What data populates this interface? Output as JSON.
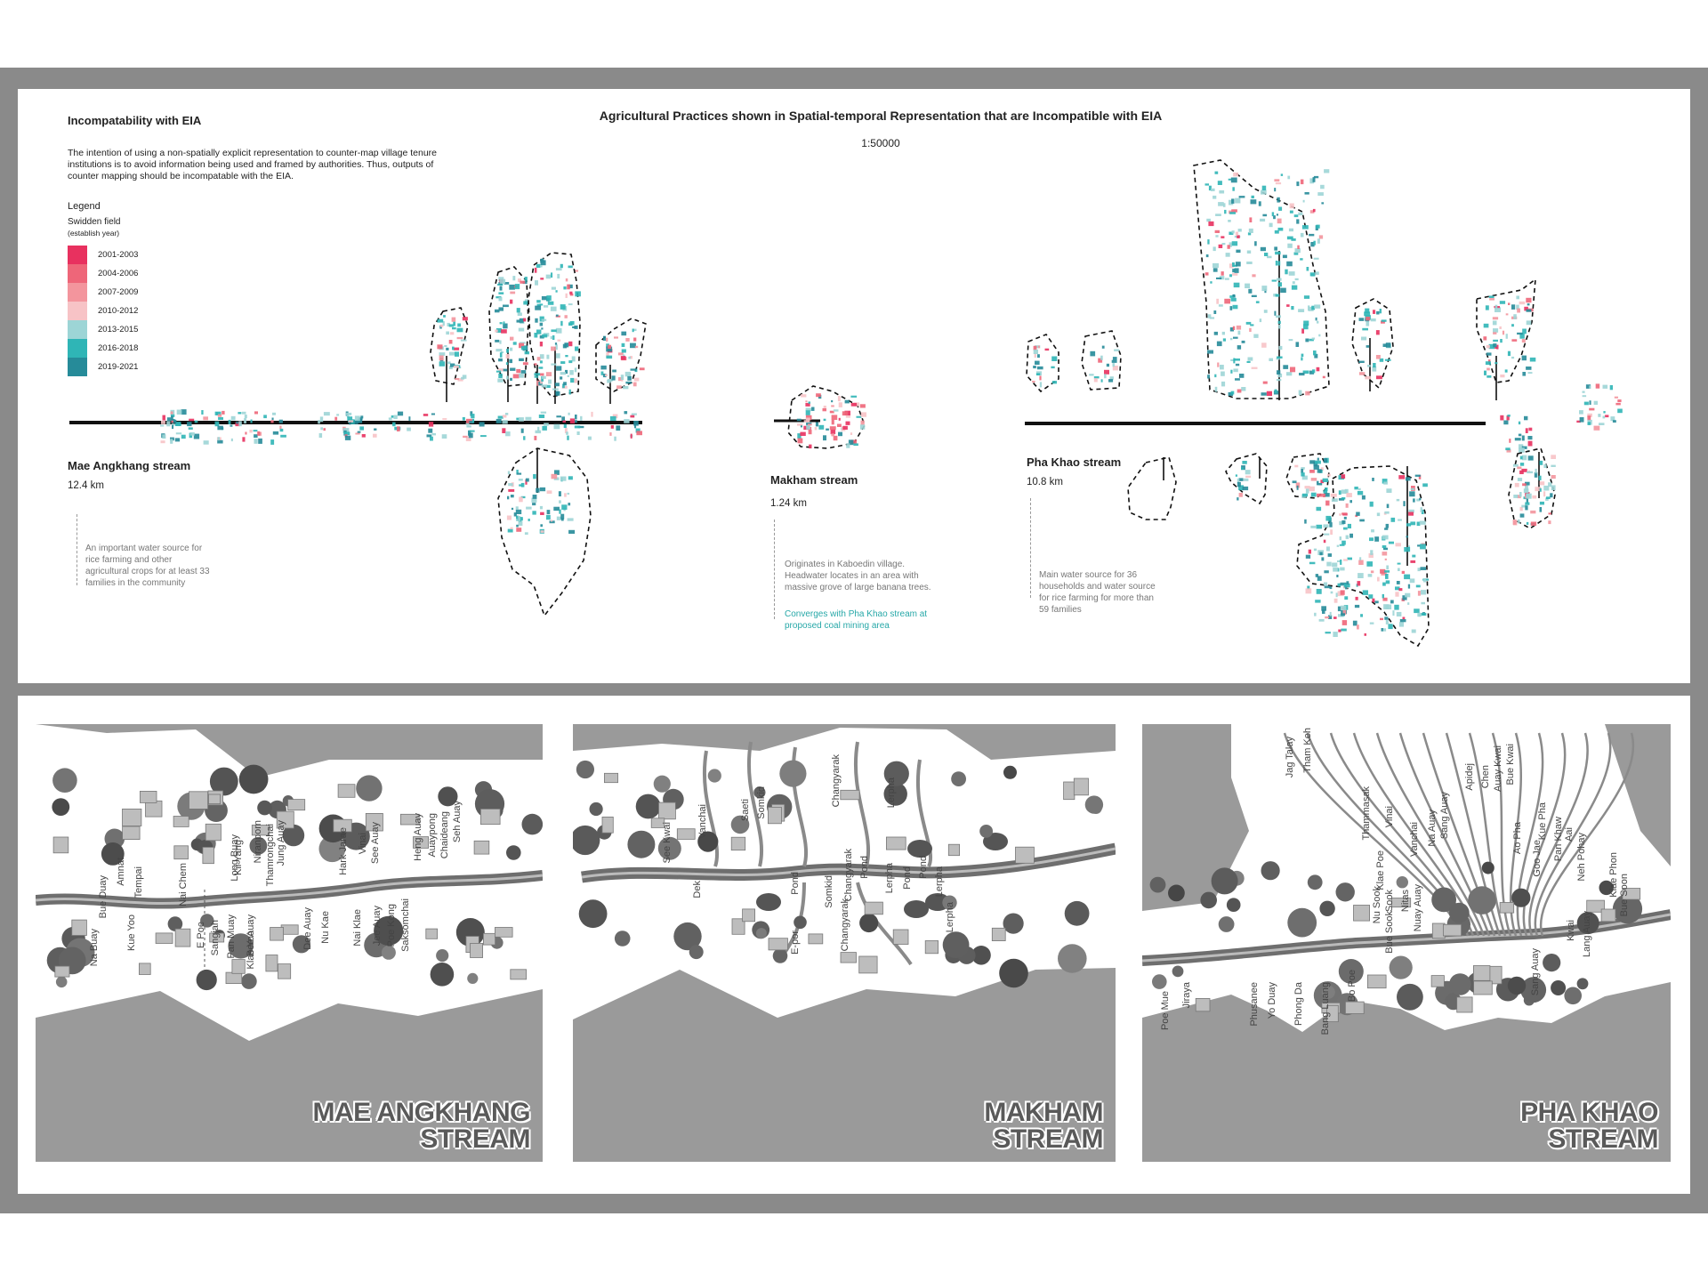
{
  "sidebar": {
    "title": "Incompatability with EIA",
    "intro": "The intention of using a non-spatially explicit representation to counter-map village tenure institutions is to avoid information being used and framed by authorities. Thus, outputs of counter mapping should be incompatable with the EIA.",
    "legend_title": "Legend",
    "legend_subtitle": "Swidden field",
    "legend_note": "(establish year)",
    "legend": [
      {
        "label": "2001-2003",
        "color": "#e8315f"
      },
      {
        "label": "2004-2006",
        "color": "#ee6679"
      },
      {
        "label": "2007-2009",
        "color": "#f3959d"
      },
      {
        "label": "2010-2012",
        "color": "#f7c3c6"
      },
      {
        "label": "2013-2015",
        "color": "#9dd5d6"
      },
      {
        "label": "2016-2018",
        "color": "#2fb5b6"
      },
      {
        "label": "2019-2021",
        "color": "#268b99"
      }
    ]
  },
  "header": {
    "title": "Agricultural Practices shown in Spatial-temporal Representation that are Incompatible with EIA",
    "scale": "1:50000"
  },
  "streams": [
    {
      "name": "Mae Angkhang stream",
      "length": "12.4 km",
      "note": "An important water source for rice farming and other agricultural crops for at least 33 families in the community"
    },
    {
      "name": "Makham stream",
      "length": "1.24 km",
      "note": "Originates in Kaboedin village. Headwater locates in an area with massive grove of large banana trees.",
      "highlight": "Converges with Pha Khao stream at proposed coal mining area"
    },
    {
      "name": "Pha Khao stream",
      "length": "10.8 km",
      "note": "Main water source for 36 households and water source for rice farming for more than 59 families"
    }
  ],
  "panels": [
    {
      "title_line1": "MAE ANGKHANG",
      "title_line2": "STREAM",
      "labels_v": [
        "Tempai",
        "Amnat",
        "Bue Duay",
        "Nai Chem",
        "Kue Yoo",
        "Na Buay",
        "E Poe",
        "Sangjah",
        "Pan Muay",
        "Long Buay",
        "Bee Auay",
        "Niranporn",
        "Thamrongchai",
        "Jung Auay",
        "Kii Yang",
        "Klae Yoo",
        "Dee Auay",
        "Nu Kae",
        "Hark Jarae",
        "Vinai",
        "See Auay",
        "Heng Auay",
        "Auaypong",
        "Chaideang",
        "Seh Auay",
        "Poe Kong",
        "Saksomchai",
        "Jee Auay",
        "Nai Klae"
      ]
    },
    {
      "title_line1": "MAKHAM",
      "title_line2": "STREAM",
      "labels_v": [
        "Vanchai",
        "See Kwai",
        "Saeti",
        "Somkid",
        "Changyarak",
        "Lerpha",
        "Dek",
        "Somkid",
        "Pond",
        "Changyarak",
        "Pond",
        "Lerpha",
        "Pond",
        "Lerpha",
        "Pond",
        "Lerpha",
        "E-por",
        "Changyarak"
      ]
    },
    {
      "title_line1": "PHA KHAO",
      "title_line2": "STREAM",
      "labels_v": [
        "Jag Talay",
        "Tham Keh",
        "Thammasak",
        "Vinai",
        "Klae Poe",
        "Vanchai",
        "Na Auay",
        "Sang Auay",
        "Apidej",
        "Chen",
        "Auay Kwai",
        "Bue Kwai",
        "Ao Pha",
        "Goo Jae",
        "Kue Pha",
        "Pan Khaw",
        "Aai",
        "Neh Pohay",
        "Klae Phon",
        "Bue Soon",
        "Nu Sook",
        "Sook",
        "Nitas",
        "Nuay Auay",
        "Bue Sook",
        "Kwai",
        "Lang Auay",
        "Sang Auay",
        "Phong Da",
        "Bo Poe",
        "Bang Luang",
        "Yo Duay",
        "Phusanee",
        "Jiraya",
        "Poe Mue"
      ]
    }
  ]
}
